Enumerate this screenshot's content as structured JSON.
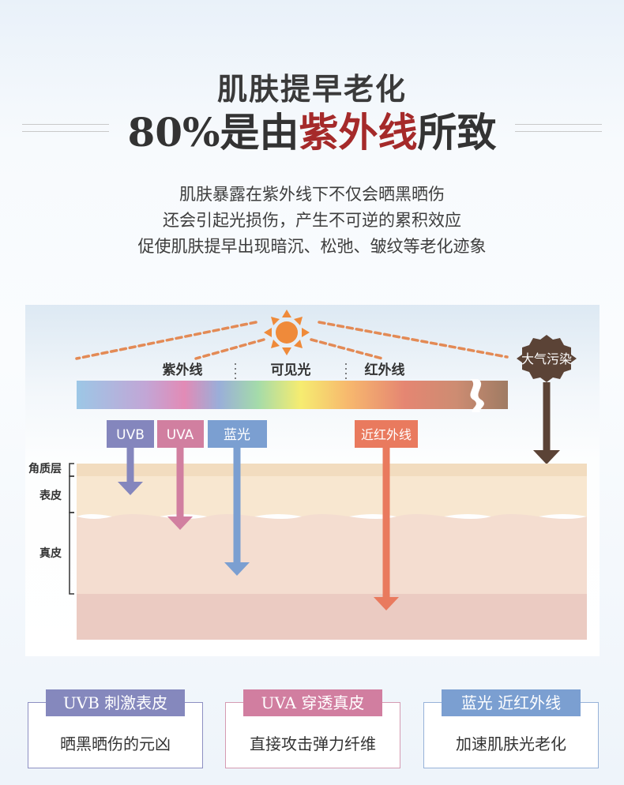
{
  "header": {
    "title_line1": "肌肤提早老化",
    "title_line2_prefix": "80%是由",
    "title_line2_highlight": "紫外线",
    "title_line2_suffix": "所致"
  },
  "description": [
    "肌肤暴露在紫外线下不仅会晒黑晒伤",
    "还会引起光损伤，产生不可逆的累积效应",
    "促使肌肤提早出现暗沉、松弛、皱纹等老化迹象"
  ],
  "diagram": {
    "spectrum_labels": [
      "紫外线",
      "可见光",
      "红外线"
    ],
    "pollution_label": "大气污染",
    "rays": [
      {
        "label": "UVB",
        "color": "#8486bd"
      },
      {
        "label": "UVA",
        "color": "#d17fa0"
      },
      {
        "label": "蓝光",
        "color": "#7b9fd1"
      },
      {
        "label": "近红外线",
        "color": "#e97a5e"
      }
    ],
    "skin_layers": [
      "角质层",
      "表皮",
      "真皮"
    ]
  },
  "cards": [
    {
      "title": "UVB 刺激表皮",
      "body": "晒黑晒伤的元凶",
      "color": "#8588bd"
    },
    {
      "title": "UVA 穿透真皮",
      "body": "直接攻击弹力纤维",
      "color": "#d17ea0"
    },
    {
      "title": "蓝光 近红外线",
      "body": "加速肌肤光老化",
      "color": "#7b9fd1"
    }
  ]
}
